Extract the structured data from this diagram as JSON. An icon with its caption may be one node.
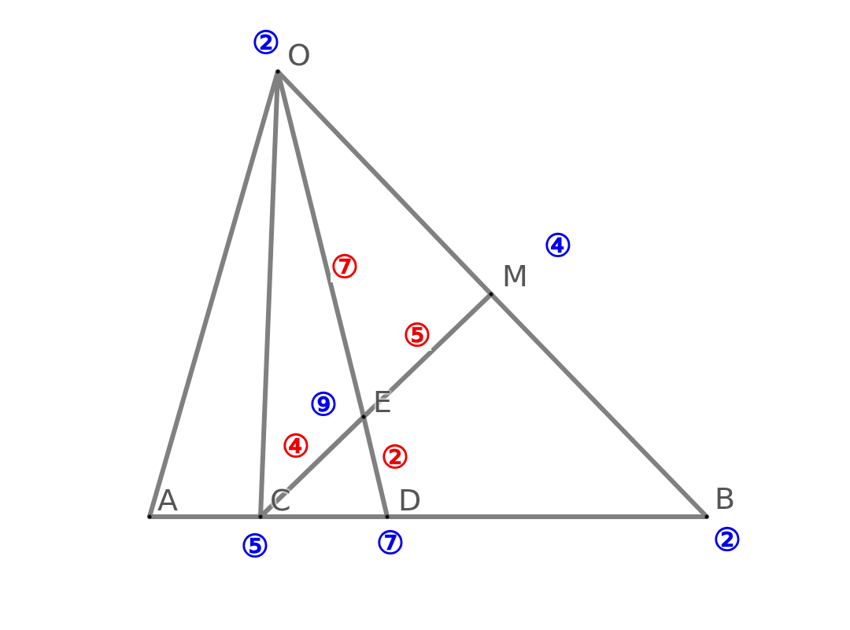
{
  "diagram": {
    "nodes": [
      {
        "text": [
          "O"
        ],
        "beside": [
          "②"
        ]
      },
      {
        "text": [
          "M"
        ],
        "beside": [
          "④"
        ]
      },
      {
        "text": [
          "E"
        ],
        "beside": [
          "⑨"
        ]
      },
      {
        "text": [
          "A"
        ]
      },
      {
        "text": [
          "C"
        ],
        "beside": [
          "⑤"
        ]
      },
      {
        "text": [
          "D"
        ],
        "beside": [
          "⑦"
        ]
      },
      {
        "text": [
          "B"
        ],
        "beside": [
          "②"
        ]
      }
    ],
    "edges": [
      {
        "from": 0,
        "to": 3,
        "arrow": "none"
      },
      {
        "from": 0,
        "to": 4,
        "arrow": "none"
      },
      {
        "from": 0,
        "to": 2,
        "arrow": "none",
        "label": "⑦"
      },
      {
        "from": 2,
        "to": 5,
        "arrow": "none",
        "label": "②"
      },
      {
        "from": 0,
        "to": 1,
        "arrow": "none"
      },
      {
        "from": 1,
        "to": 6,
        "arrow": "none"
      },
      {
        "from": 3,
        "to": 4,
        "arrow": "none"
      },
      {
        "from": 4,
        "to": 5,
        "arrow": "none"
      },
      {
        "from": 5,
        "to": 6,
        "arrow": "none"
      },
      {
        "from": 4,
        "to": 2,
        "arrow": "none",
        "label": "④"
      },
      {
        "from": 2,
        "to": 1,
        "arrow": "none",
        "label": "⑤"
      }
    ]
  }
}
